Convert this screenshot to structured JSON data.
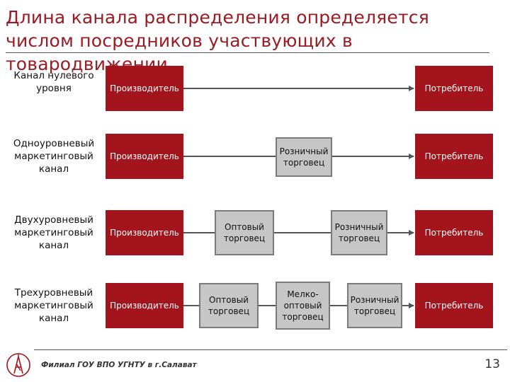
{
  "title": "Длина канала распределения определяется числом посредников участвующих в товародвижении",
  "rows": [
    {
      "label": "Канал нулевого уровня",
      "producer": "Производитель",
      "intermediaries": [],
      "consumer": "Потребитель"
    },
    {
      "label": "Одноуровневый маркетинговый канал",
      "producer": "Производитель",
      "intermediaries": [
        "Розничный торговец"
      ],
      "consumer": "Потребитель"
    },
    {
      "label": "Двухуровневый маркетинговый канал",
      "producer": "Производитель",
      "intermediaries": [
        "Оптовый торговец",
        "Розничный торговец"
      ],
      "consumer": "Потребитель"
    },
    {
      "label": "Трехуровневый маркетинговый канал",
      "producer": "Производитель",
      "intermediaries": [
        "Оптовый торговец",
        "Мелко-оптовый торговец",
        "Розничный торговец"
      ],
      "consumer": "Потребитель"
    }
  ],
  "footer": {
    "text": "Филиал ГОУ ВПО УГНТУ в г.Салават",
    "page": "13"
  },
  "colors": {
    "title": "#9b1b22",
    "endpoint_box": "#a3141c",
    "intermediary_box": "#c6c6c6",
    "connector": "#555555"
  },
  "icons": {
    "logo": "ugntu-logo-icon"
  }
}
